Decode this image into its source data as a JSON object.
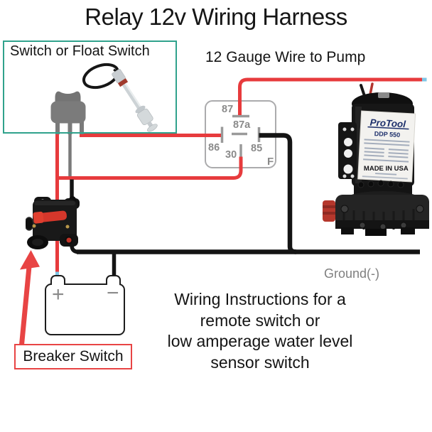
{
  "title": "Relay 12v Wiring Harness",
  "labels": {
    "switch_box": "Switch or Float Switch",
    "wire_to_pump": "12 Gauge Wire to Pump",
    "ground": "Ground(-)",
    "breaker": "Breaker Switch"
  },
  "instructions": [
    "Wiring Instructions for a",
    "remote switch or",
    "low amperage water level",
    "sensor switch"
  ],
  "relay": {
    "pin_87": "87",
    "pin_87a": "87a",
    "pin_86": "86",
    "pin_30": "30",
    "pin_85": "85",
    "corner": "F"
  },
  "battery": {
    "positive": "+",
    "negative": "−"
  },
  "pump": {
    "brand": "ProTool",
    "model": "DDP 550",
    "origin": "MADE IN USA"
  },
  "colors": {
    "wire-red": "#e73b3d",
    "wire-black": "#141414",
    "wire-gray": "#7a7a7a",
    "teal": "#30a28c",
    "relay-border": "#ababad",
    "relay-pin": "#8a8a8a",
    "pin-bar": "#9a9a9a",
    "accent-red": "#e84444",
    "blue-tip": "#7fc6e6",
    "text-gray": "#7f7f7f",
    "navy": "#1d2f6b"
  }
}
